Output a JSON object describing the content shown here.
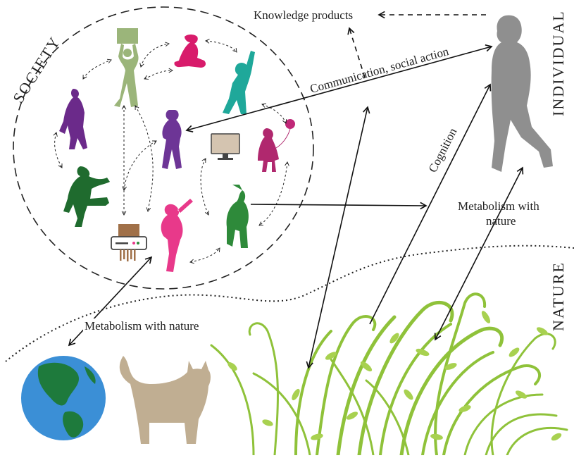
{
  "labels": {
    "society": "SOCIETY",
    "individual": "INDIVIDUAL",
    "nature": "NATURE",
    "knowledge_products": "Knowledge products",
    "communication": "Communication, social action",
    "cognition": "Cognition",
    "metabolism_individual_line1": "Metabolism with",
    "metabolism_individual_line2": "nature",
    "metabolism_society": "Metabolism with nature"
  },
  "icons": {
    "figures": [
      "person-holding-sign-icon",
      "person-sitting-icon",
      "person-waving-icon",
      "person-walking-icon",
      "person-standing-icon",
      "girl-with-balloon-icon",
      "person-kicking-icon",
      "person-with-pickaxe-icon",
      "farmer-icon",
      "individual-walking-icon"
    ],
    "objects": [
      "computer-monitor-icon",
      "paper-shredder-icon",
      "earth-globe-icon",
      "cat-icon",
      "plants-icon"
    ]
  },
  "colors": {
    "sign_person": "#9bb57a",
    "sitting_person": "#d81b6b",
    "waving_person": "#1fa89a",
    "walking_purple": "#6b2a8a",
    "standing_purple": "#6d3596",
    "balloon_girl": "#b0286e",
    "kicking_person": "#1f6b2e",
    "pickaxe_person": "#e8398a",
    "farmer": "#2e8a3a",
    "individual": "#8f8f8f",
    "cat": "#c0ae92",
    "ocean": "#3b8fd6",
    "land": "#1e7a3c",
    "plants": "#8fc23a"
  }
}
